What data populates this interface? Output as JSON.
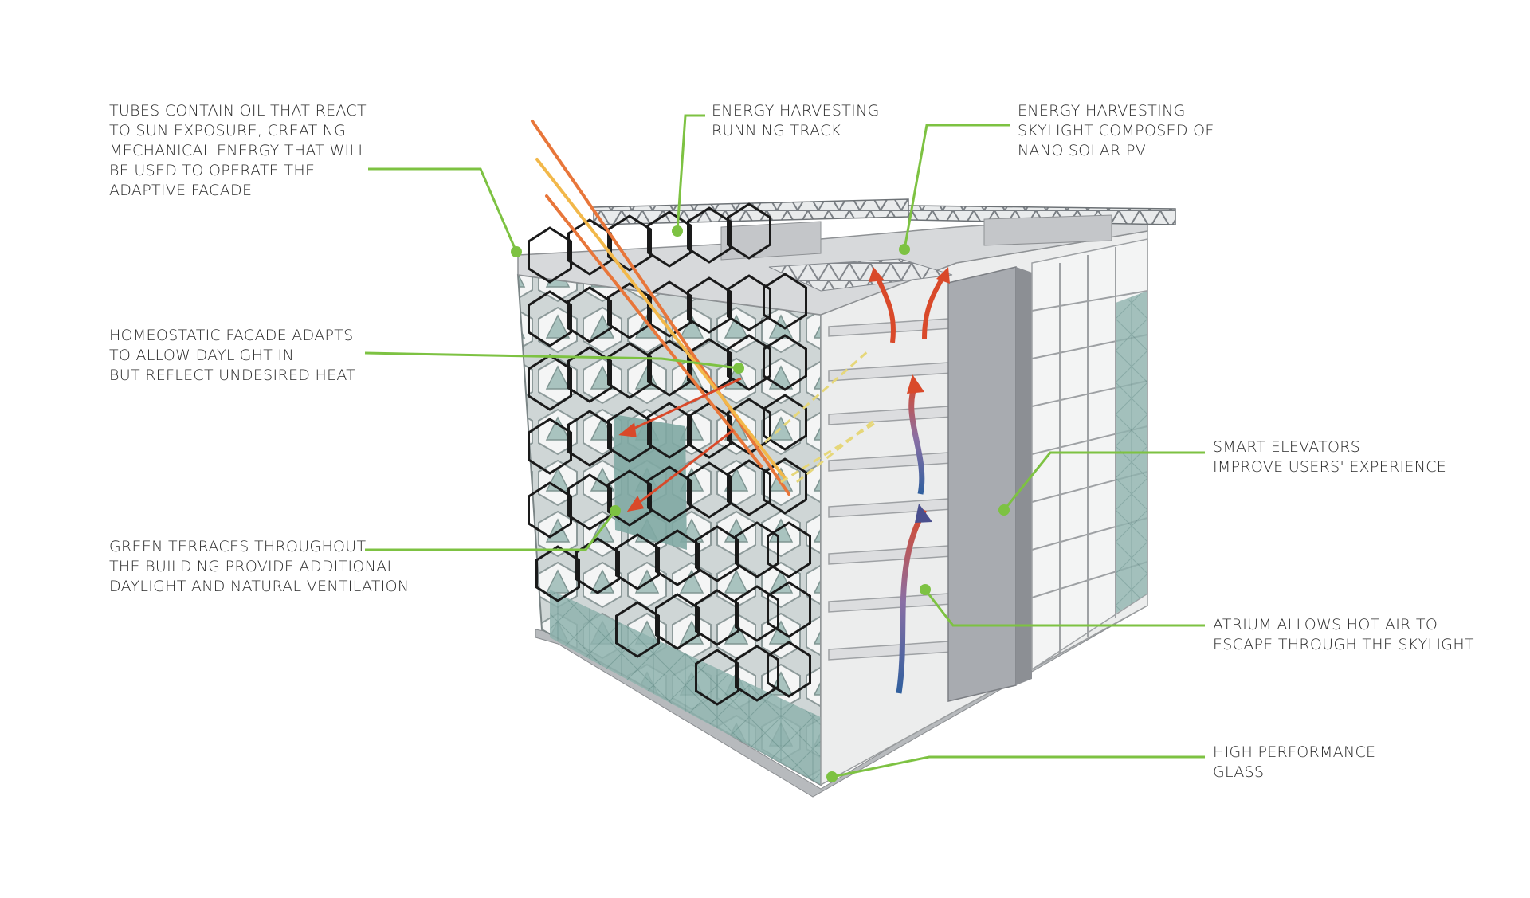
{
  "annotations": {
    "tubes": "TUBES CONTAIN OIL THAT REACT\nTO SUN EXPOSURE, CREATING\nMECHANICAL ENERGY THAT WILL\nBE USED TO OPERATE THE\nADAPTIVE FACADE",
    "running_track": "ENERGY HARVESTING\nRUNNING TRACK",
    "skylight": "ENERGY HARVESTING\nSKYLIGHT COMPOSED OF\nNANO SOLAR PV",
    "homeostatic": "HOMEOSTATIC FACADE ADAPTS\nTO ALLOW DAYLIGHT IN\nBUT REFLECT UNDESIRED HEAT",
    "elevators": "SMART ELEVATORS\nIMPROVE USERS' EXPERIENCE",
    "terraces": "GREEN TERRACES THROUGHOUT\nTHE BUILDING PROVIDE ADDITIONAL\nDAYLIGHT AND NATURAL VENTILATION",
    "atrium": "ATRIUM ALLOWS HOT AIR TO\nESCAPE THROUGH THE SKYLIGHT",
    "glass": "HIGH PERFORMANCE\nGLASS"
  },
  "colors": {
    "leader": "#7dc242",
    "text": "#2a2a2a",
    "glass": "#8fb3ae",
    "slab": "#d9dadc",
    "core": "#a8abb0",
    "hex_outline": "#1a1a1a",
    "sun_ray": "#e8763a",
    "warm_arrow": "#d9492a",
    "cool_arrow": "#2f5f9e",
    "daylight_arrow": "#e6d77a"
  }
}
